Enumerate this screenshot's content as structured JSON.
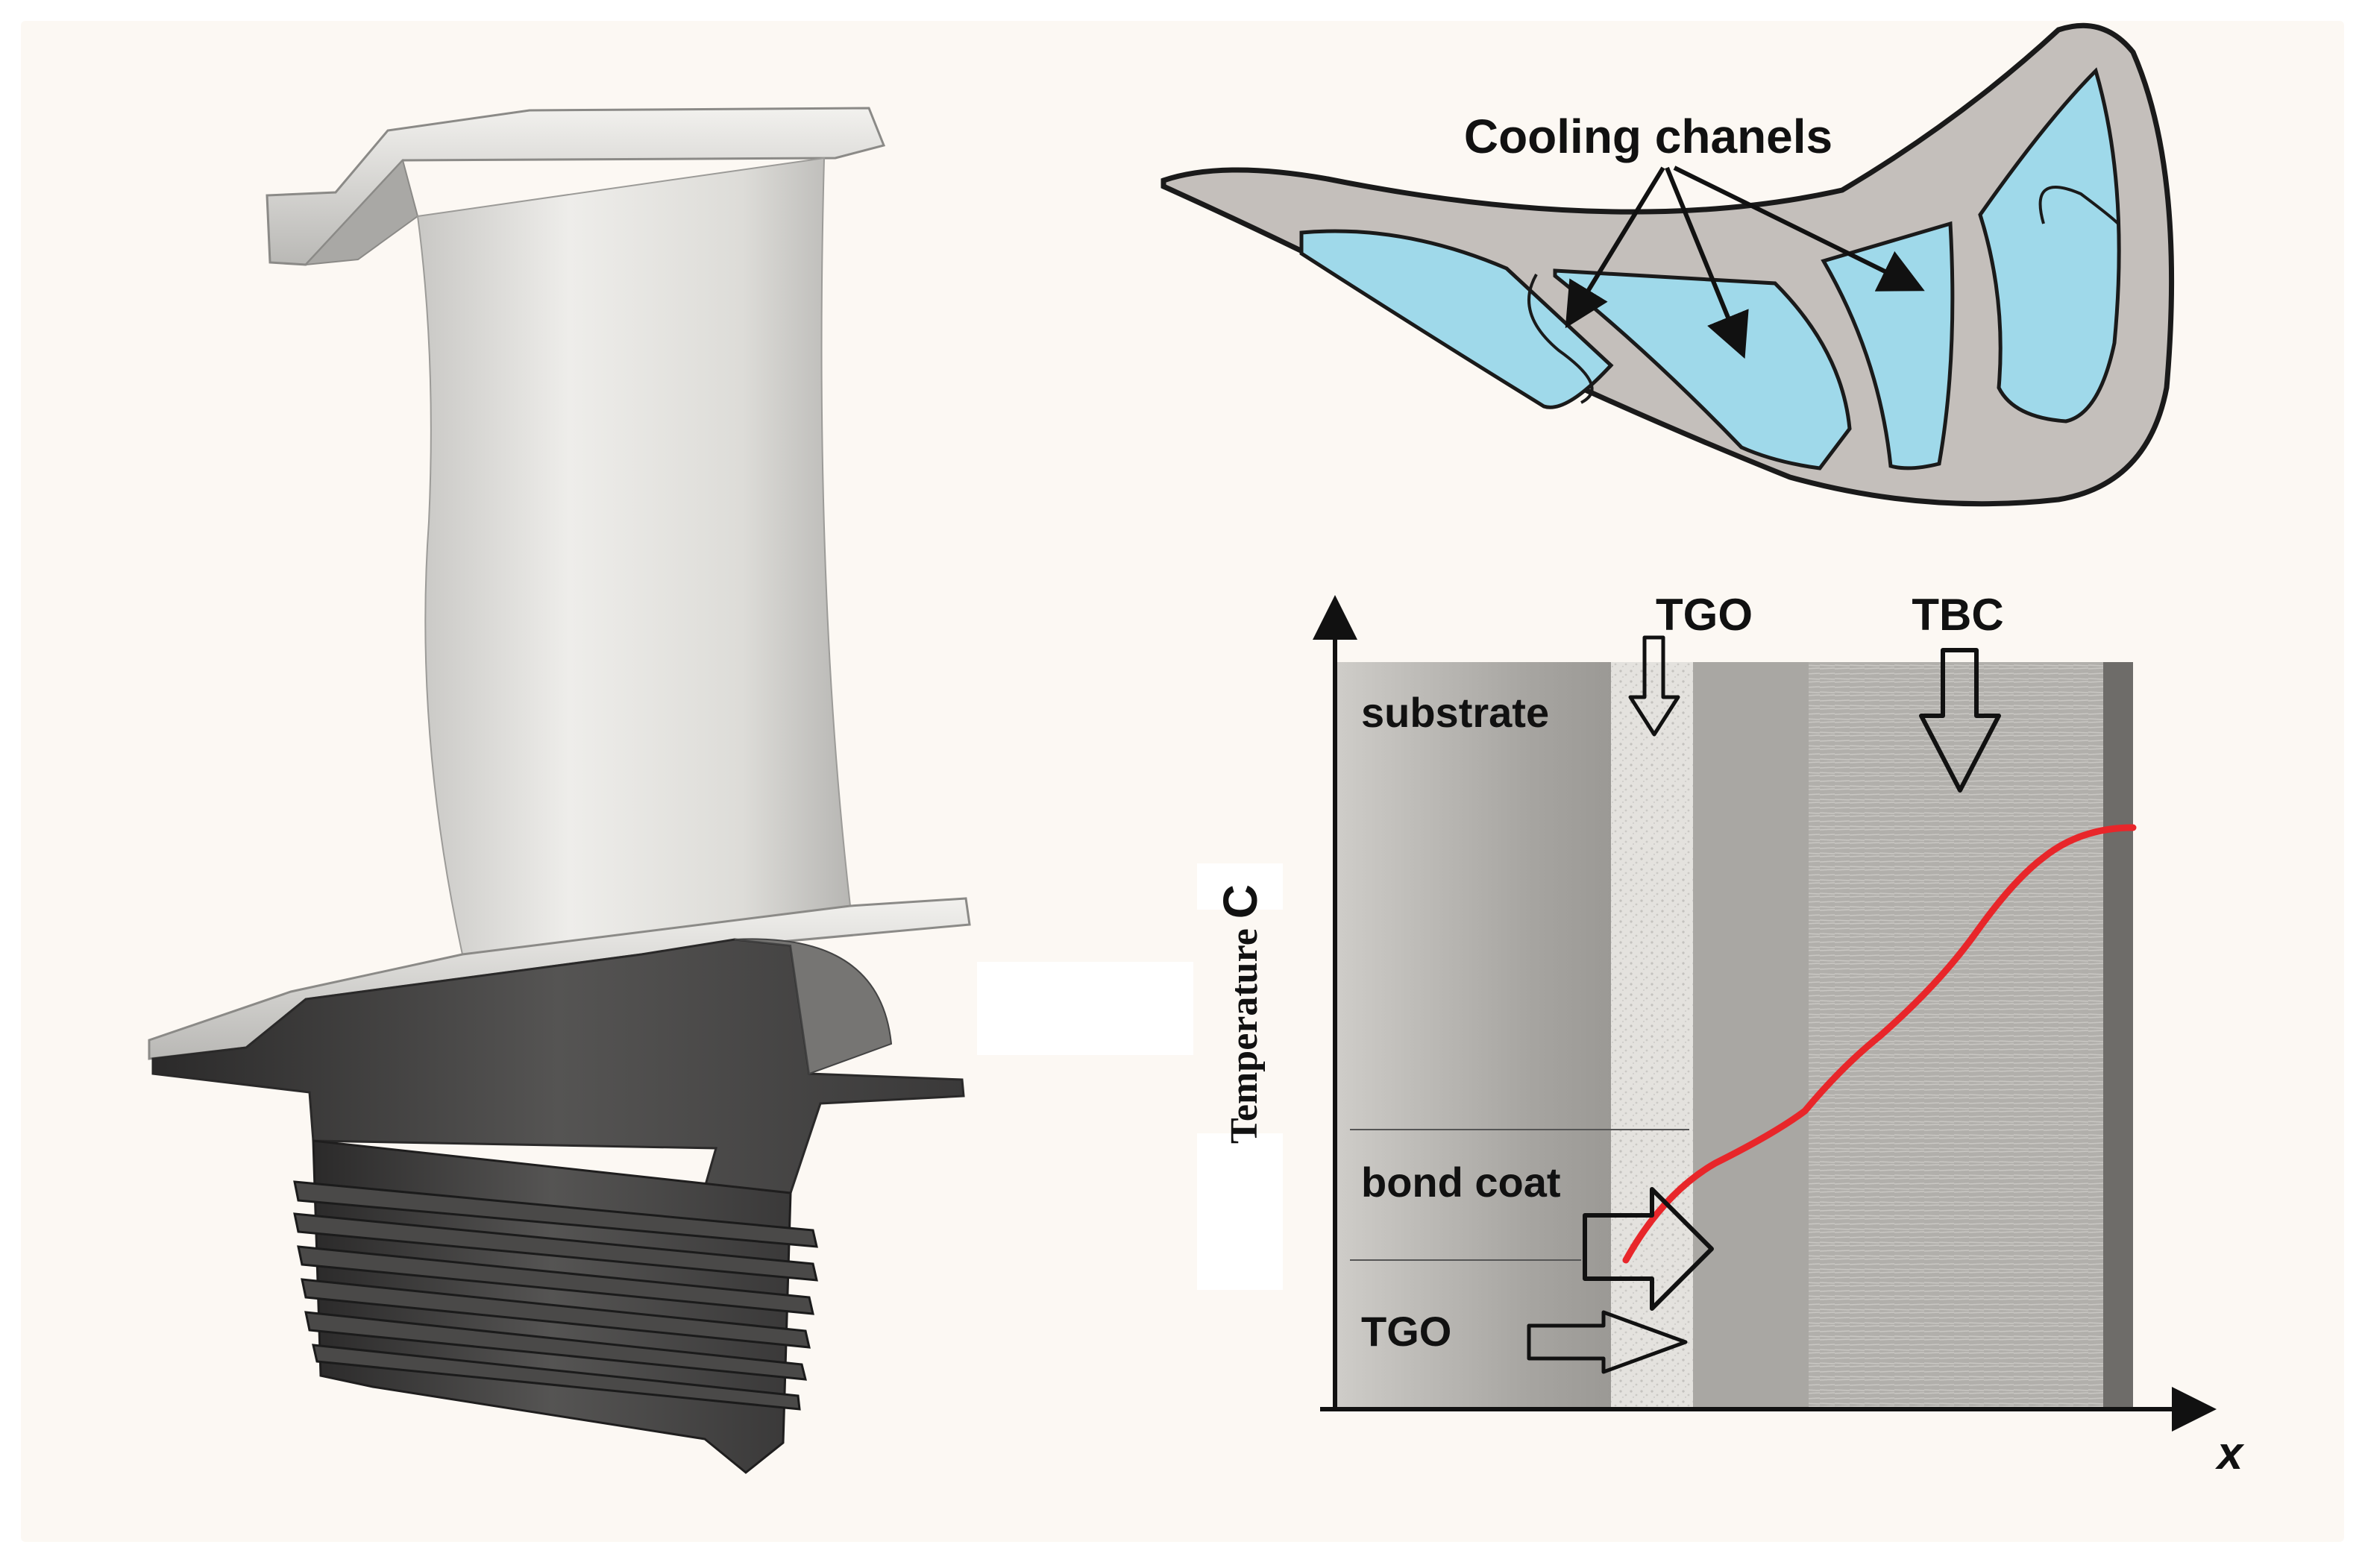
{
  "cross_section": {
    "callout": "Cooling chanels"
  },
  "temperature_plot": {
    "y_axis_label": "Temperature ",
    "y_axis_unit": "C",
    "x_axis_label": "x",
    "top_labels": {
      "tgo": "TGO",
      "tbc": "TBC"
    },
    "layer_labels": {
      "substrate": "substrate",
      "bond_coat": "bond coat",
      "tgo": "TGO"
    }
  },
  "colors": {
    "background": "#fcf8f3",
    "channel_fill": "#9fd9ea",
    "shell_fill": "#c4bfbb",
    "temperature_curve": "#e8262a",
    "blade_light": "#e2e1de",
    "blade_dark": "#3d3c3b"
  }
}
